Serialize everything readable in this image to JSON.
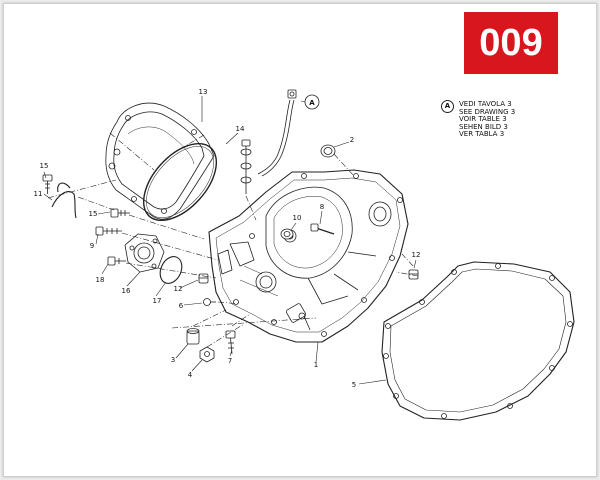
{
  "page_number": "009",
  "reference": {
    "marker": "A",
    "lines": [
      "VEDI TAVOLA 3",
      "SEE DRAWING 3",
      "VOIR TABLE 3",
      "SEHEN BILD 3",
      "VER TABLA 3"
    ]
  },
  "callouts": [
    "1",
    "2",
    "3",
    "4",
    "5",
    "6",
    "7",
    "8",
    "9",
    "10",
    "11",
    "12",
    "12",
    "13",
    "14",
    "15",
    "15",
    "16",
    "17",
    "18"
  ],
  "colors": {
    "badge": "#d8161d",
    "line": "#222222"
  }
}
